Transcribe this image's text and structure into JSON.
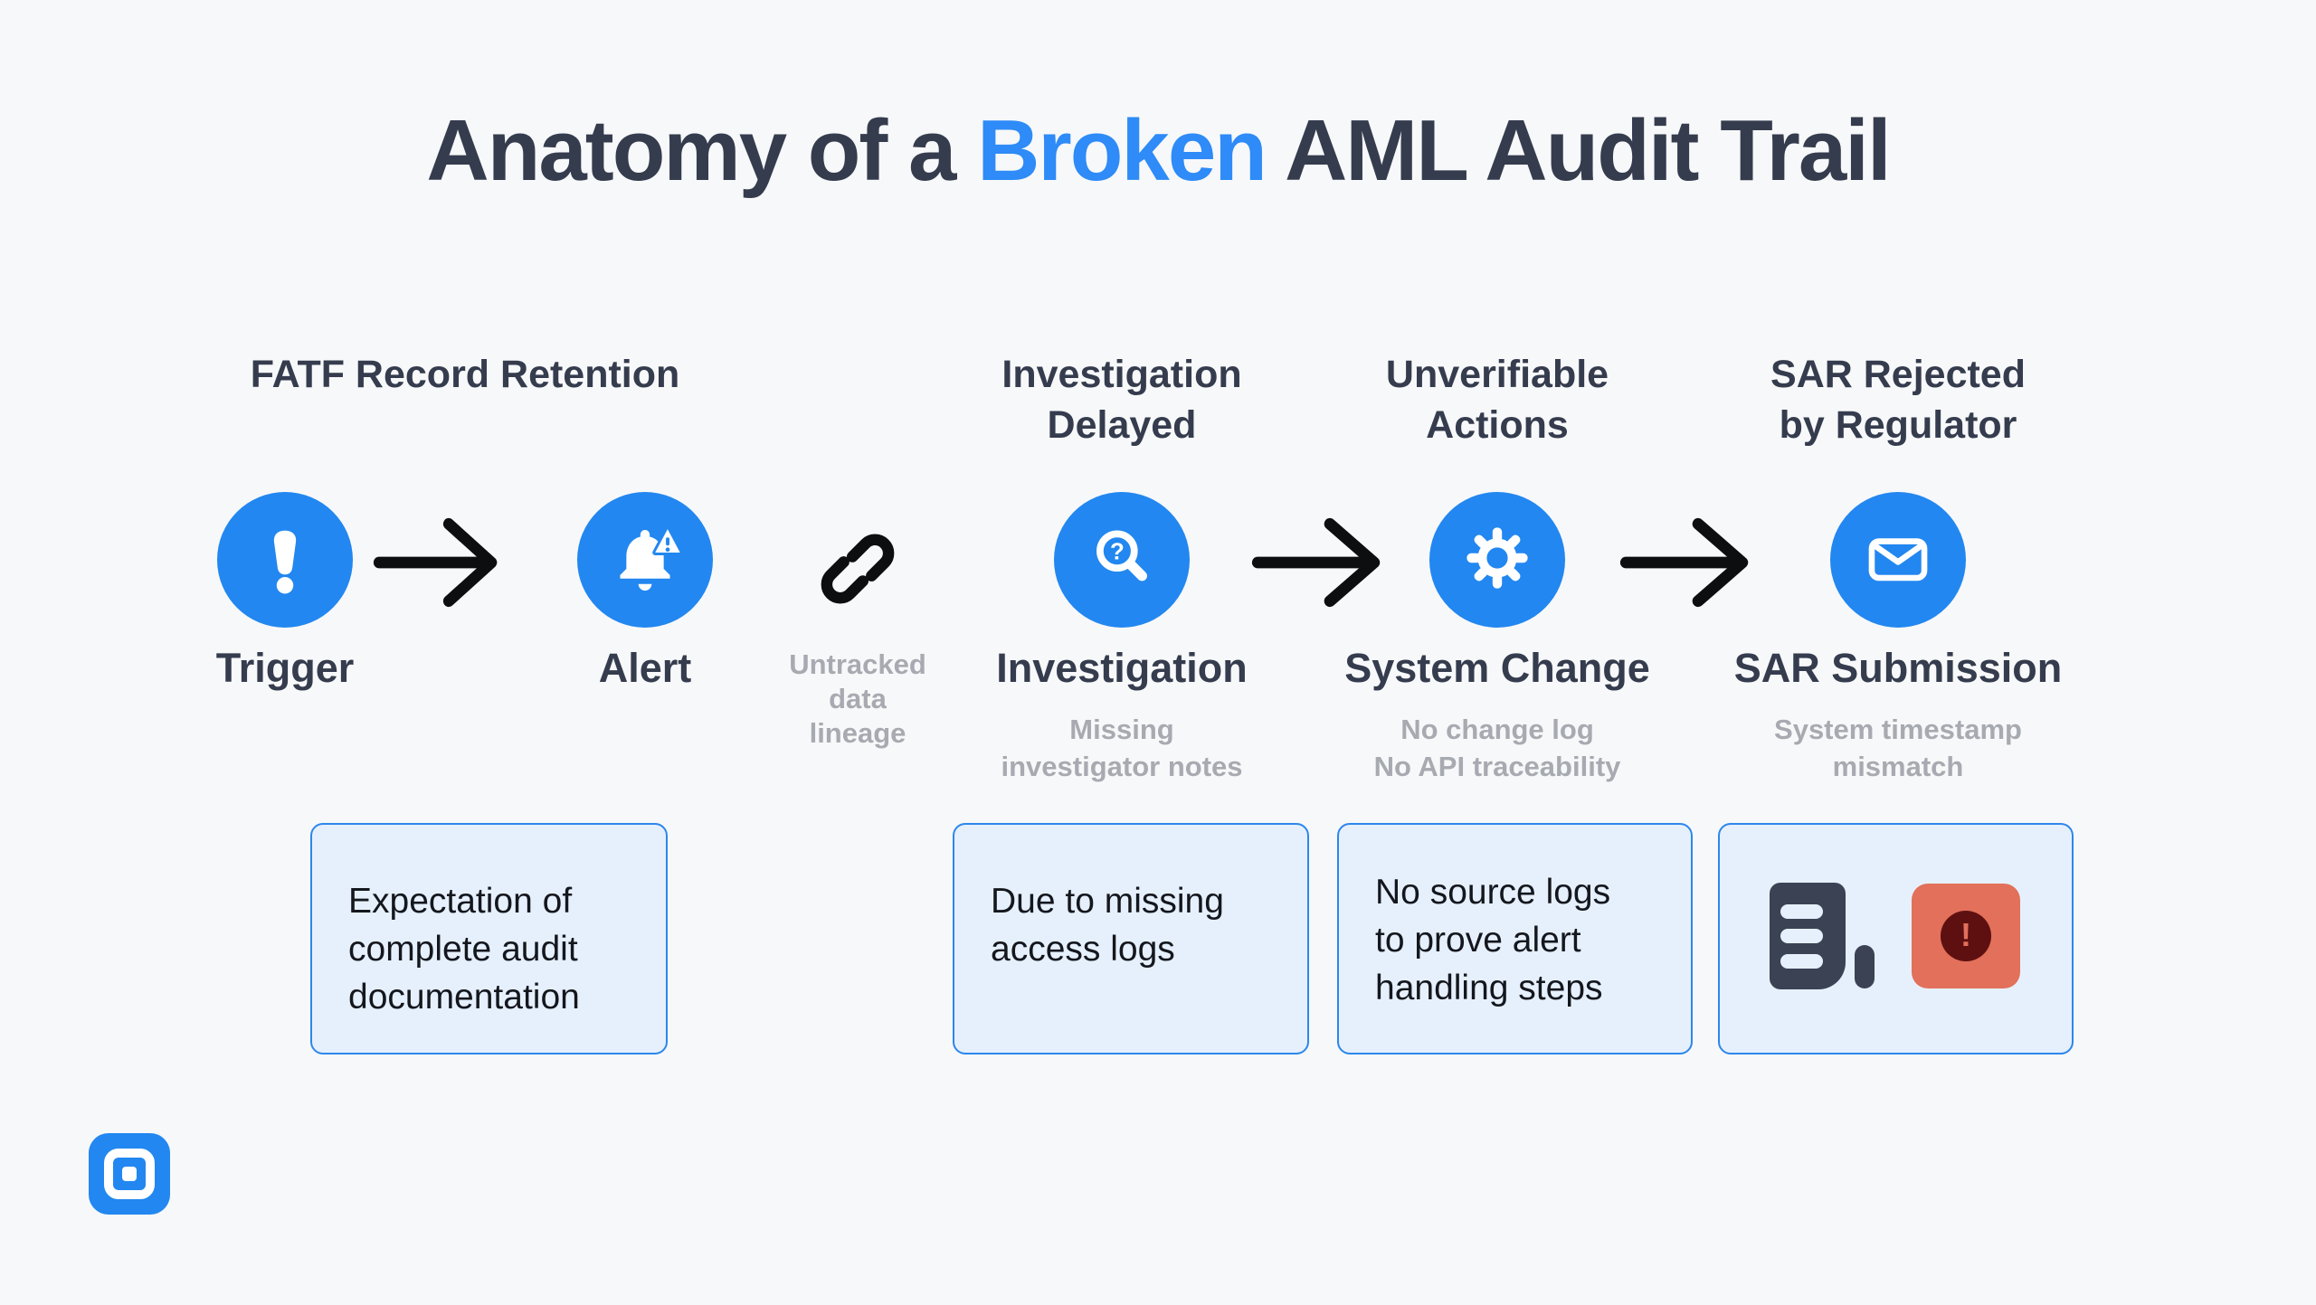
{
  "title": {
    "prefix": "Anatomy of a",
    "highlight": "Broken",
    "suffix": "AML Audit Trail"
  },
  "group_headers": {
    "fatf": "FATF Record Retention",
    "investigation_delayed": "Investigation\nDelayed",
    "unverifiable_actions": "Unverifiable\nActions",
    "sar_rejected": "SAR Rejected\nby Regulator"
  },
  "nodes": {
    "trigger": {
      "label": "Trigger",
      "icon": "exclamation-icon"
    },
    "alert": {
      "label": "Alert",
      "icon": "bell-alert-icon"
    },
    "untracked": {
      "caption": "Untracked\ndata\nlineage",
      "icon": "broken-link-icon"
    },
    "investigation": {
      "label": "Investigation",
      "note": "Missing\ninvestigator notes",
      "icon": "search-question-icon"
    },
    "system_change": {
      "label": "System Change",
      "note": "No change log\nNo API traceability",
      "icon": "gear-icon"
    },
    "sar_submission": {
      "label": "SAR Submission",
      "note": "System timestamp\nmismatch",
      "icon": "envelope-icon"
    }
  },
  "callouts": {
    "box1": "Expectation of\ncomplete audit\ndocumentation",
    "box2": "Due to missing\naccess logs",
    "box3": "No source logs\nto prove alert\nhandling steps",
    "box4_icons": [
      "document-log-icon",
      "alert-badge-icon"
    ]
  },
  "glyphs": {
    "exclamation": "!",
    "question": "?"
  },
  "colors": {
    "accent_blue": "#2287f0",
    "title_highlight_blue": "#2e8bf7",
    "dark_navy": "#353c4e",
    "muted_gray": "#a7aab0",
    "callout_fill": "#e6f0fd",
    "callout_border": "#2d87ec",
    "alert_red": "#e2705b",
    "alert_red_dark": "#5e1011",
    "icon_navy": "#3b4254",
    "background": "#f7f8f9",
    "arrow_black": "#0d0e10"
  }
}
